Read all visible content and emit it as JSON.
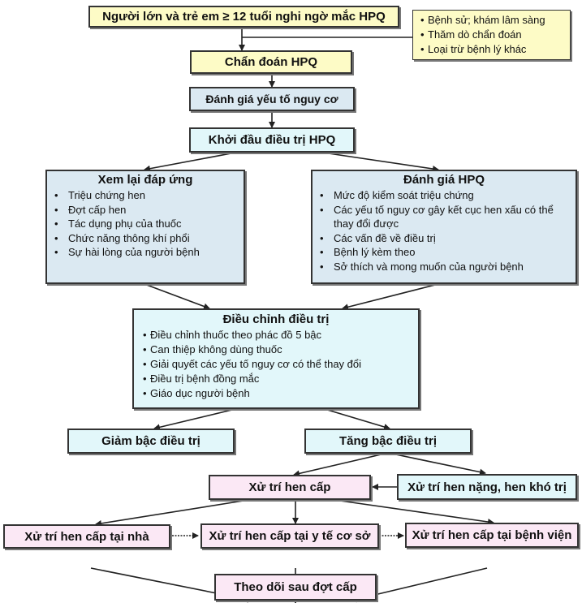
{
  "colors": {
    "yellow": "#fdfbc6",
    "blue": "#dbe9f2",
    "cyan": "#e2f7fa",
    "pink": "#fbe8f5",
    "border": "#333333"
  },
  "nodes": {
    "start": "Người lớn và trẻ em ≥ 12 tuổi nghi ngờ mắc HPQ",
    "side_note": [
      "Bệnh sử; khám lâm sàng",
      "Thăm dò chẩn đoán",
      "Loại trừ bệnh lý khác"
    ],
    "diagnosis": "Chẩn đoán HPQ",
    "risk_assessment": "Đánh giá yếu tố nguy cơ",
    "start_treatment": "Khởi đầu điều trị HPQ",
    "review_response": {
      "title": "Xem lại đáp ứng",
      "items": [
        "Triệu chứng hen",
        "Đợt cấp hen",
        "Tác dụng phụ của thuốc",
        "Chức năng thông khí phổi",
        "Sự hài lòng của người bệnh"
      ]
    },
    "assess_asthma": {
      "title": "Đánh giá HPQ",
      "items": [
        "Mức độ kiểm soát triệu chứng",
        "Các yếu tố nguy cơ gây kết cục hen xấu có thể thay đổi được",
        "Các vấn đề về điều trị",
        "Bệnh lý kèm theo",
        "Sở thích và mong muốn của người bệnh"
      ]
    },
    "adjust_treatment": {
      "title": "Điều chỉnh điều trị",
      "items": [
        "Điều chỉnh thuốc theo phác đồ 5 bậc",
        "Can thiệp không dùng thuốc",
        "Giải quyết các yếu tố nguy cơ có thể thay đổi",
        "Điều trị bệnh đồng mắc",
        "Giáo dục người bệnh"
      ]
    },
    "step_down": "Giảm bậc điều trị",
    "step_up": "Tăng bậc điều trị",
    "acute_management": "Xử trí hen cấp",
    "severe_asthma": "Xử trí hen nặng, hen khó trị",
    "acute_home": "Xử trí hen cấp tại nhà",
    "acute_primary_care": "Xử trí hen cấp tại y tế cơ sở",
    "acute_hospital": "Xử trí hen cấp tại bệnh viện",
    "follow_up": "Theo dõi sau đợt cấp"
  }
}
